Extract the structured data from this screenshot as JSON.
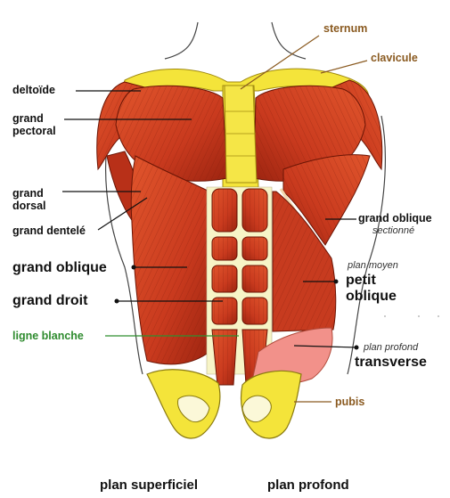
{
  "colors": {
    "muscle": "#c93a1e",
    "muscle_dark": "#8e1f0c",
    "muscle_light": "#e86a3f",
    "tendon": "#f7f4c7",
    "bone": "#f4e43a",
    "bone_light": "#fbf8d8",
    "transverse": "#f2918a",
    "line_black": "#111111",
    "line_brown": "#8a5a20",
    "line_green": "#2f8f2f",
    "label_green": "#2e8b2e",
    "label_brown": "#8a5a20"
  },
  "labels": {
    "sternum": "sternum",
    "clavicule": "clavicule",
    "deltoide": "deltoïde",
    "grand_pectoral": "grand\npectoral",
    "grand_dorsal": "grand\ndorsal",
    "grand_dentele": "grand dentelé",
    "grand_oblique_left": "grand oblique",
    "grand_droit": "grand droit",
    "ligne_blanche": "ligne blanche",
    "grand_oblique_right": "grand oblique",
    "sectionne": "sectionné",
    "plan_moyen": "plan moyen",
    "petit_oblique": "petit\noblique",
    "plan_profond_small": "plan profond",
    "transverse": "transverse",
    "pubis": "pubis",
    "plan_superficiel": "plan superficiel",
    "plan_profond": "plan profond"
  }
}
